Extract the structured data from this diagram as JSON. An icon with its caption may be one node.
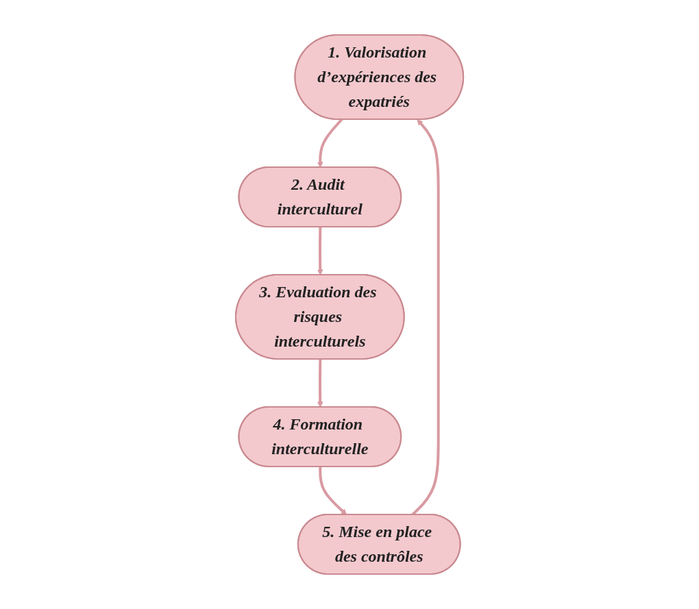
{
  "diagram": {
    "nodes": [
      {
        "text": [
          "1. Valorisation d’expériences des expatriés"
        ]
      },
      {
        "text": [
          "2. Audit interculturel"
        ]
      },
      {
        "text": [
          "3. Evaluation des risques interculturels"
        ]
      },
      {
        "text": [
          "4. Formation interculturelle"
        ]
      },
      {
        "text": [
          "5. Mise en place des contrôles"
        ]
      }
    ],
    "edges": [
      {
        "from": 0,
        "to": 1,
        "arrow": "to"
      },
      {
        "from": 1,
        "to": 2,
        "arrow": "to"
      },
      {
        "from": 2,
        "to": 3,
        "arrow": "to"
      },
      {
        "from": 3,
        "to": 4,
        "arrow": "to"
      },
      {
        "from": 4,
        "to": 0,
        "arrow": "to"
      }
    ]
  }
}
